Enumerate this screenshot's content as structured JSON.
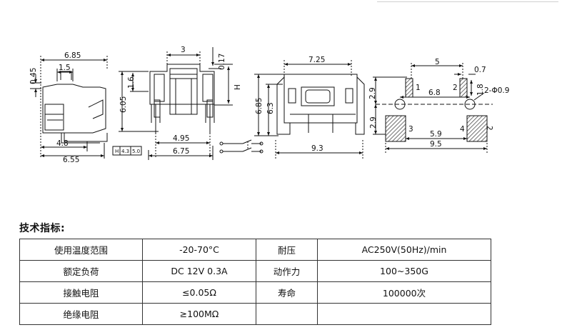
{
  "drawing": {
    "dims": {
      "side": {
        "width": "6.85",
        "button": "1.5",
        "top_offset": "0.45",
        "base": "4.8",
        "total": "6.55"
      },
      "front": {
        "stem": "3",
        "pin_offset": "0.17",
        "height": "6.05",
        "upper": "1.6",
        "label_h": "H",
        "pitch": "4.95",
        "total": "6.75"
      },
      "height_table": {
        "head": "H",
        "values": [
          "4.3",
          "5.0"
        ]
      },
      "end": {
        "width": "7.25",
        "height_a": "6.85",
        "height_b": "6.3",
        "total": "9.3"
      },
      "pcb": {
        "top_pitch": "5",
        "pad_small": "0.7",
        "pad_h": "2.9",
        "pad_w": "1.8",
        "hole_pitch": "6.8",
        "hole": "2-Φ0.9",
        "pad_big": "2.9",
        "bottom_pitch": "5.9",
        "total": "9.5",
        "pins": [
          "1",
          "2",
          "3",
          "4",
          "2"
        ]
      }
    }
  },
  "spec": {
    "title": "技术指标:",
    "rows": [
      [
        "使用温度范围",
        "-20-70°C",
        "耐压",
        "AC250V(50Hz)/min"
      ],
      [
        "额定负荷",
        "DC 12V 0.3A",
        "动作力",
        "100~350G"
      ],
      [
        "接触电阻",
        "≤0.05Ω",
        "寿命",
        "100000次"
      ],
      [
        "绝缘电阻",
        "≥100MΩ",
        "",
        ""
      ]
    ]
  }
}
